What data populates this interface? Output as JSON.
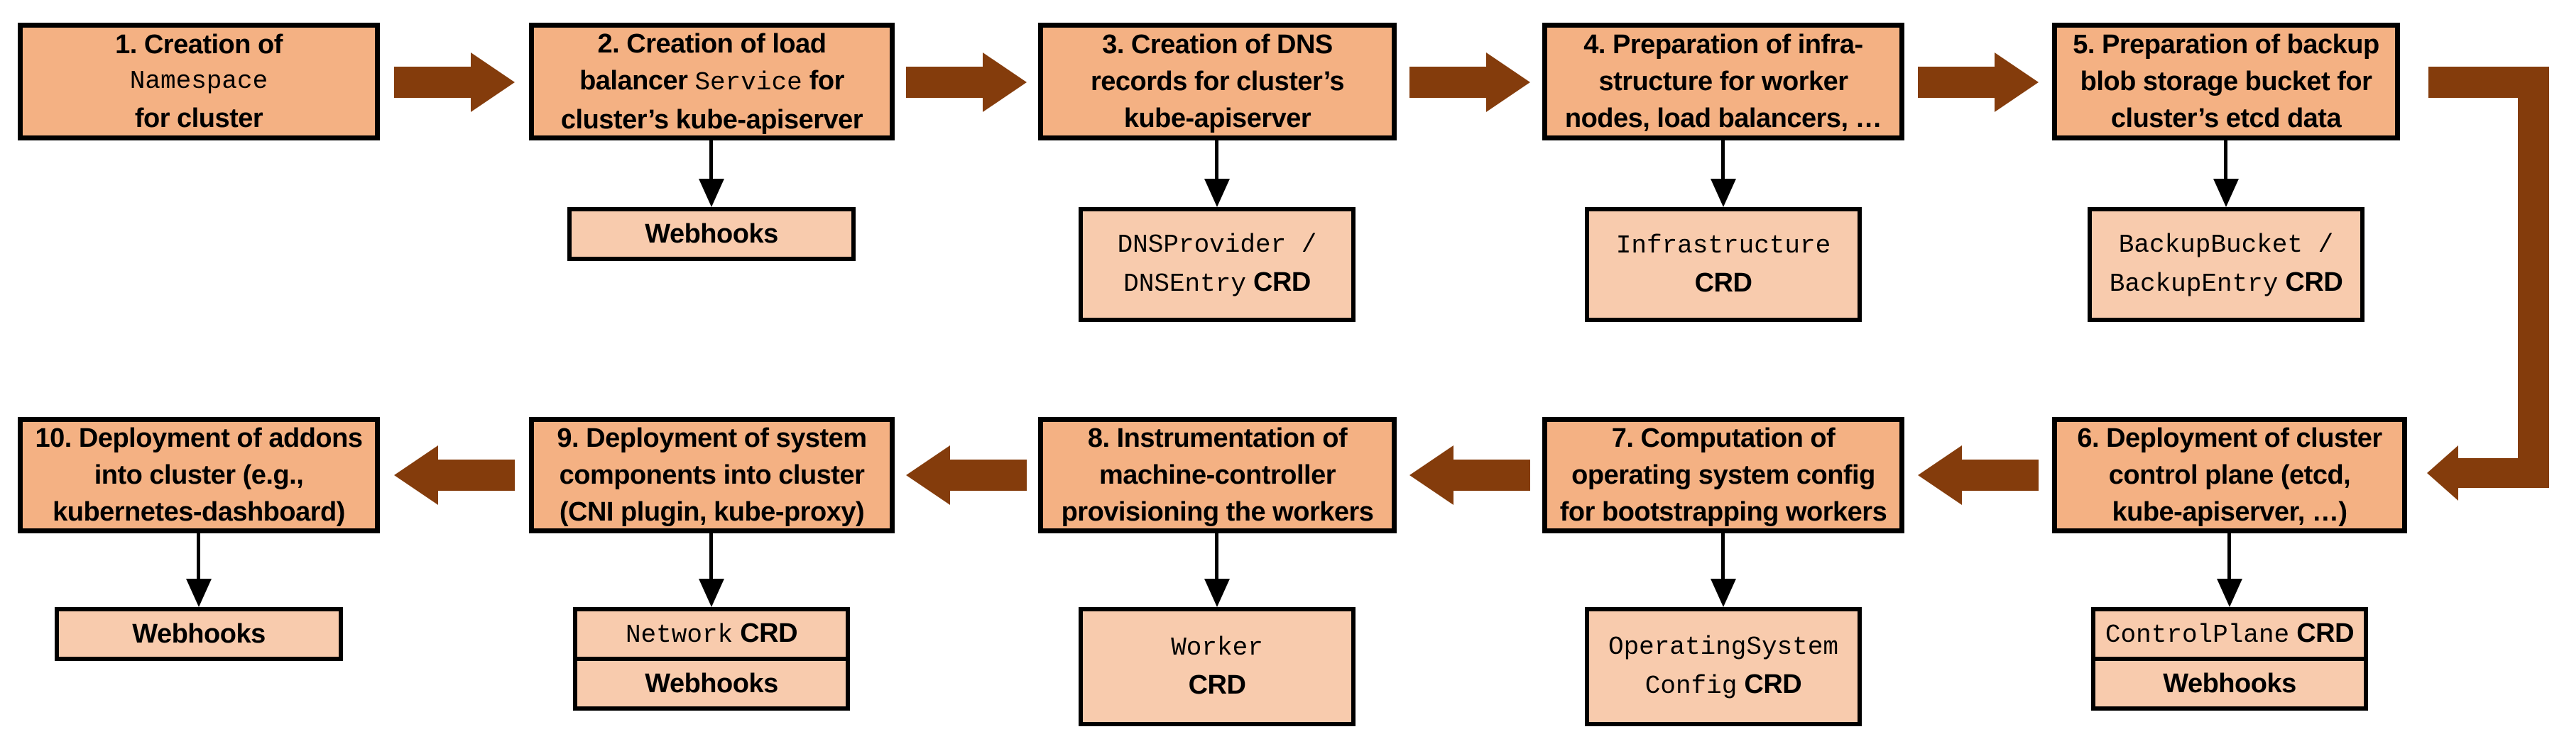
{
  "colors": {
    "background": "#FFFFFF",
    "box_fill": "#F4B183",
    "artifact_fill": "#F8CBAD",
    "border": "#000000",
    "flow_arrow": "#843C0C",
    "text": "#000000"
  },
  "steps": [
    {
      "l1": "1. Creation of",
      "l2_mono": "Namespace",
      "l3": "for cluster"
    },
    {
      "l1": "2. Creation of load",
      "l2a": "balancer ",
      "l2b_mono": "Service",
      "l2c": " for",
      "l3": "cluster’s kube-apiserver"
    },
    {
      "l1": "3. Creation of DNS",
      "l2": "records for cluster’s",
      "l3": "kube-apiserver"
    },
    {
      "l1": "4. Preparation of infra-",
      "l2": "structure for worker",
      "l3": "nodes, load balancers, …"
    },
    {
      "l1": "5. Preparation of backup",
      "l2": "blob storage bucket for",
      "l3": "cluster’s etcd data"
    },
    {
      "l1": "6. Deployment of cluster",
      "l2": "control plane (etcd,",
      "l3": "kube-apiserver, …)"
    },
    {
      "l1": "7. Computation of",
      "l2": "operating system config",
      "l3": "for bootstrapping workers"
    },
    {
      "l1": "8. Instrumentation of",
      "l2": "machine-controller",
      "l3": "provisioning the workers"
    },
    {
      "l1": "9. Deployment of system",
      "l2": "components into cluster",
      "l3": "(CNI plugin, kube-proxy)"
    },
    {
      "l1": "10. Deployment of addons",
      "l2": "into cluster (e.g.,",
      "l3": "kubernetes-dashboard)"
    }
  ],
  "artifacts": {
    "webhooks_step2": "Webhooks",
    "dns_crd": {
      "l1_mono": "DNSProvider /",
      "l2_mono": "DNSEntry",
      "l2_label": " CRD"
    },
    "infrastructure_crd": {
      "l1_mono": "Infrastructure",
      "l2_label": "CRD"
    },
    "backup_crd": {
      "l1_mono": "BackupBucket /",
      "l2_mono": "BackupEntry",
      "l2_label": " CRD"
    },
    "controlplane_crd": {
      "r1_mono": "ControlPlane",
      "r1_label": " CRD",
      "r2": "Webhooks"
    },
    "osconfig_crd": {
      "l1_mono": "OperatingSystem",
      "l2_mono": "Config",
      "l2_label": " CRD"
    },
    "worker_crd": {
      "l1_mono": "Worker",
      "l2_label": "CRD"
    },
    "network_crd": {
      "r1_mono": "Network",
      "r1_label": " CRD",
      "r2": "Webhooks"
    },
    "webhooks_step10": "Webhooks"
  }
}
